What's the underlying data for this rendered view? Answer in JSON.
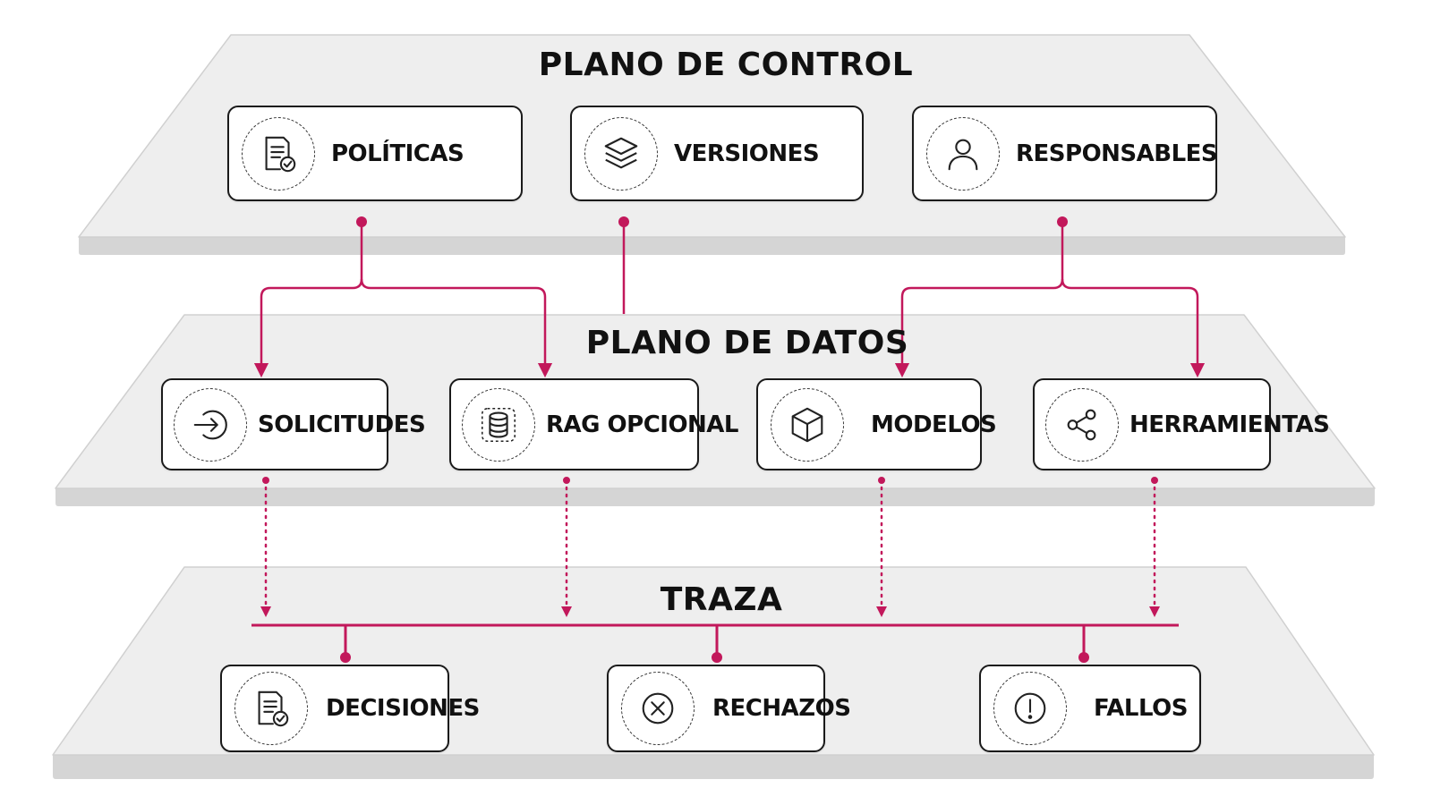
{
  "layers": {
    "control": {
      "title": "PLANO DE CONTROL",
      "cards": [
        {
          "label": "POLÍTICAS",
          "icon": "policy-document-icon"
        },
        {
          "label": "VERSIONES",
          "icon": "layers-icon"
        },
        {
          "label": "RESPONSABLES",
          "icon": "user-icon"
        }
      ]
    },
    "data": {
      "title": "PLANO DE DATOS",
      "cards": [
        {
          "label": "SOLICITUDES",
          "icon": "login-arrow-icon"
        },
        {
          "label": "RAG OPCIONAL",
          "icon": "database-icon"
        },
        {
          "label": "MODELOS",
          "icon": "cube-icon"
        },
        {
          "label": "HERRAMIENTAS",
          "icon": "share-icon"
        }
      ]
    },
    "trace": {
      "title": "TRAZA",
      "cards": [
        {
          "label": "DECISIONES",
          "icon": "decision-document-icon"
        },
        {
          "label": "RECHAZOS",
          "icon": "reject-x-icon"
        },
        {
          "label": "FALLOS",
          "icon": "warning-exclamation-icon"
        }
      ]
    }
  },
  "colors": {
    "accent": "#c2185b",
    "plane_fill": "#eeeeee",
    "plane_edge": "#d0d0d0",
    "card_border": "#1a1a1a",
    "text": "#111111"
  }
}
